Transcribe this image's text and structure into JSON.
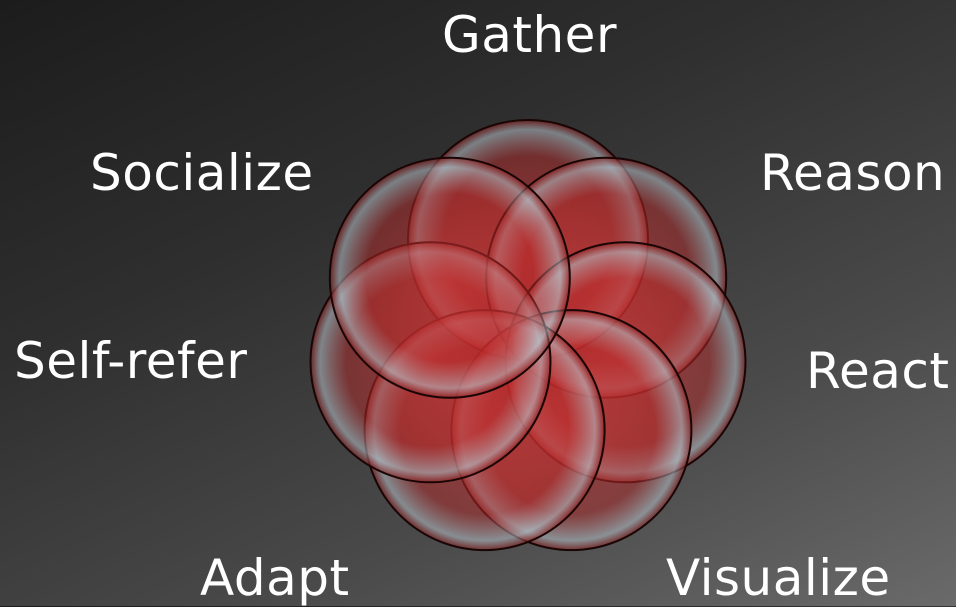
{
  "labels": {
    "gather": "Gather",
    "reason": "Reason",
    "react": "React",
    "visualize": "Visualize",
    "adapt": "Adapt",
    "self_refer": "Self-refer",
    "socialize": "Socialize"
  },
  "colors": {
    "circle_fill": "#c42a2a",
    "circle_stroke": "#1a0505",
    "label_text": "#ffffff"
  }
}
